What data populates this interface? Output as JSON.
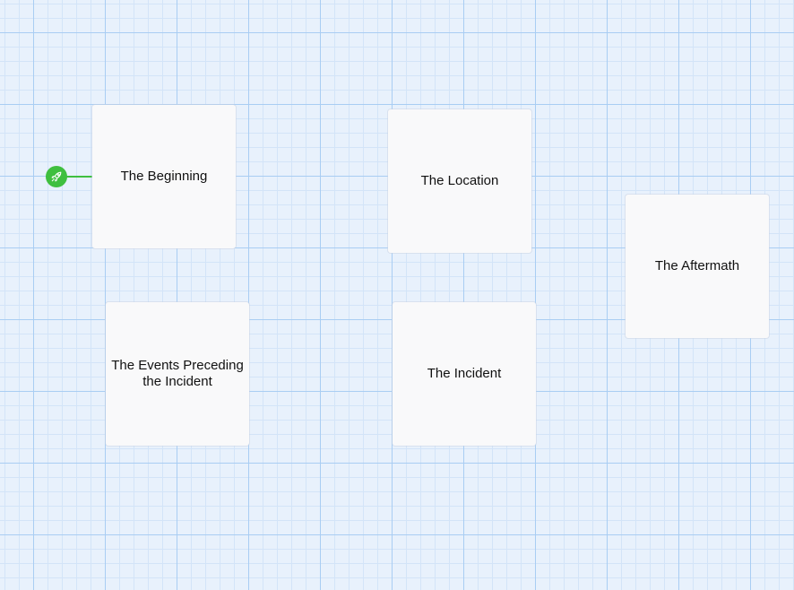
{
  "canvas": {
    "grid_color_major": "#a9cdf3",
    "grid_color_minor": "#d3e4f8",
    "background_color": "#e8f1fc"
  },
  "start_node": {
    "icon": "rocket-icon",
    "color": "#3fbf3f"
  },
  "cards": {
    "beginning": {
      "label": "The Beginning"
    },
    "location": {
      "label": "The Location"
    },
    "aftermath": {
      "label": "The Aftermath"
    },
    "events": {
      "label": "The Events Preceding the Incident"
    },
    "incident": {
      "label": "The Incident"
    }
  }
}
